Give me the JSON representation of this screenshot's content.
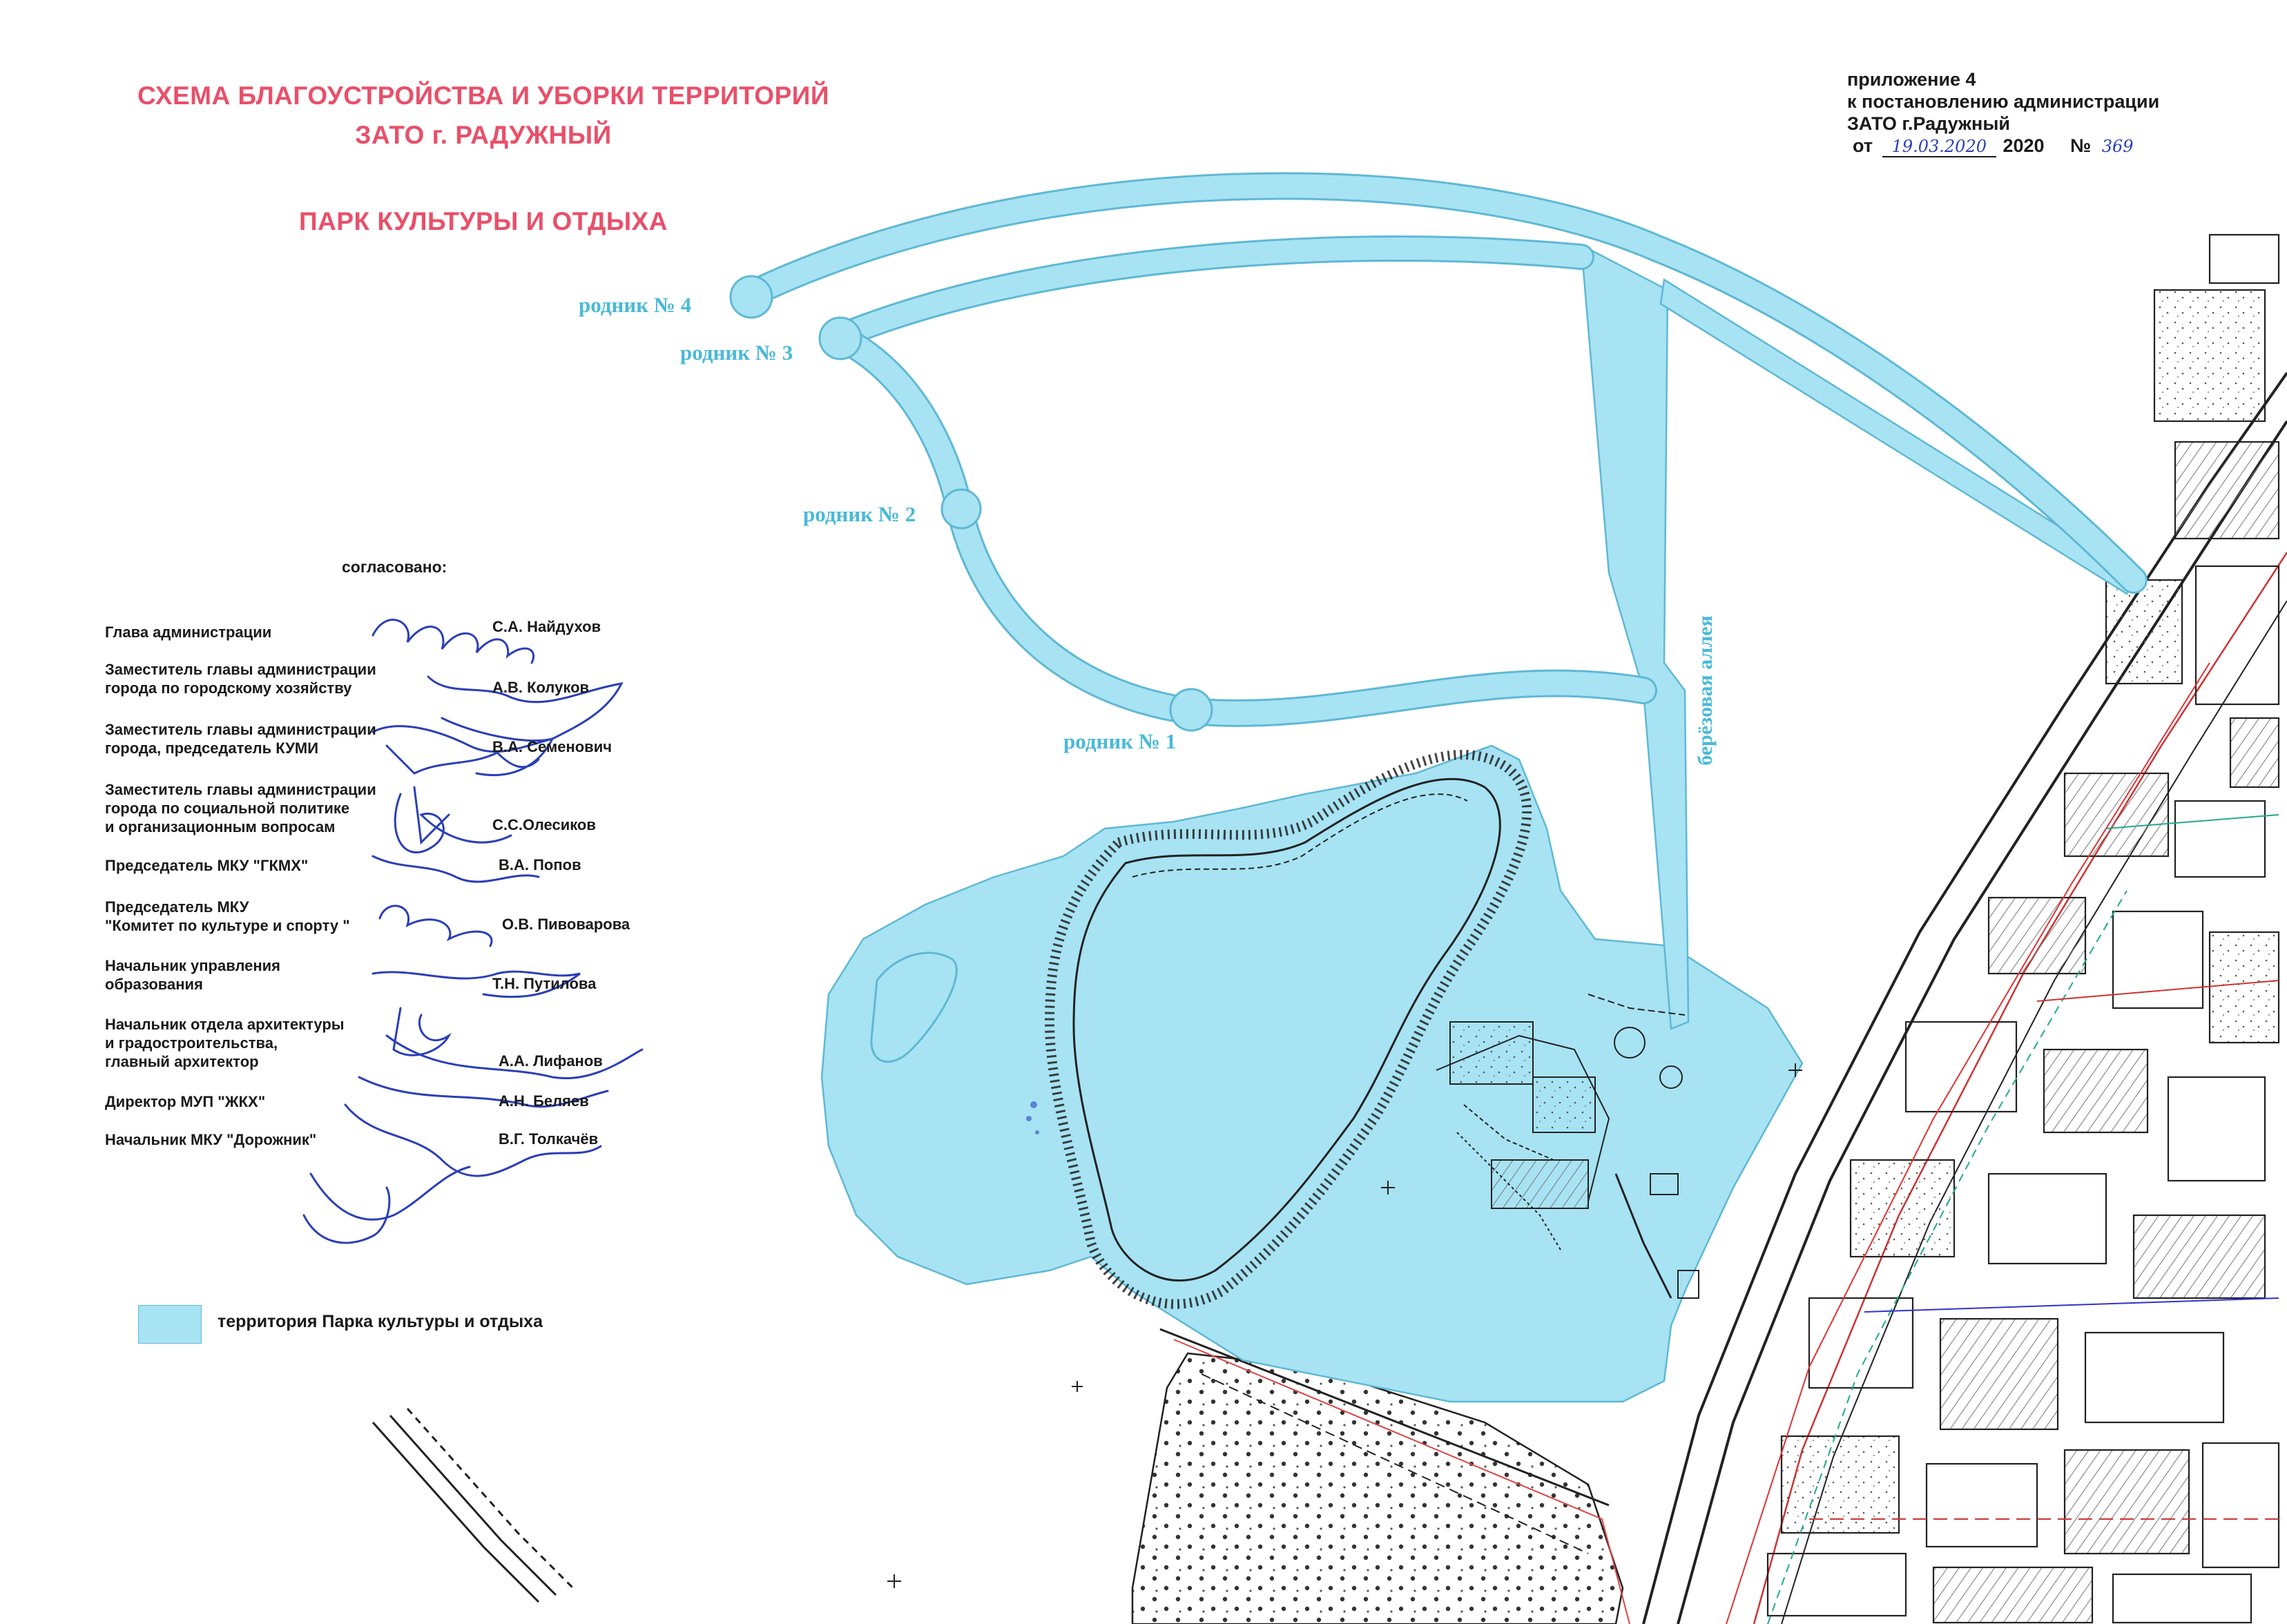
{
  "document": {
    "title_line1": "СХЕМА  БЛАГОУСТРОЙСТВА И УБОРКИ ТЕРРИТОРИЙ",
    "title_line2": "ЗАТО г. РАДУЖНЫЙ",
    "subtitle": "ПАРК КУЛЬТУРЫ И ОТДЫХА",
    "appendix": {
      "line1": "приложение 4",
      "line2": "к постановлению администрации",
      "line3": "ЗАТО г.Радужный",
      "date_prefix": "от",
      "date_handwritten": "19.03.2020",
      "year": "2020",
      "number_prefix": "№",
      "number_handwritten": "369"
    }
  },
  "map": {
    "springs": [
      {
        "label": "родник № 4"
      },
      {
        "label": "родник № 3"
      },
      {
        "label": "родник № 2"
      },
      {
        "label": "родник № 1"
      }
    ],
    "alley_label": "берёзовая аллея",
    "colors": {
      "park_fill": "#a7e3f3",
      "park_stroke": "#5fb8d4",
      "label_color": "#4ab9d8",
      "title_color": "#e8506a",
      "signature_ink": "#2b3fb5"
    }
  },
  "approval": {
    "agreed_label": "согласовано:",
    "signatories": [
      {
        "position": "Глава  администрации",
        "name": "С.А. Найдухов"
      },
      {
        "position": "Заместитель главы администрации\nгорода по городскому хозяйству",
        "name": "А.В. Колуков"
      },
      {
        "position": "Заместитель главы администрации\nгорода, председатель КУМИ",
        "name": "В.А. Семенович"
      },
      {
        "position": "Заместитель главы администрации\nгорода по социальной политике\nи организационным вопросам",
        "name": "С.С.Олесиков"
      },
      {
        "position": "Председатель МКУ \"ГКМХ\"",
        "name": "В.А. Попов"
      },
      {
        "position": "Председатель МКУ\n\"Комитет по культуре и спорту \"",
        "name": "О.В. Пивоварова"
      },
      {
        "position": "Начальник управления\nобразования",
        "name": "Т.Н. Путилова"
      },
      {
        "position": "Начальник отдела архитектуры\nи градостроительства,\nглавный архитектор",
        "name": "А.А. Лифанов"
      },
      {
        "position": "Директор  МУП \"ЖКХ\"",
        "name": "А.Н. Беляев"
      },
      {
        "position": "Начальник  МКУ \"Дорожник\"",
        "name": "В.Г. Толкачёв"
      }
    ]
  },
  "legend": {
    "label": "территория  Парка культуры и отдыха"
  }
}
